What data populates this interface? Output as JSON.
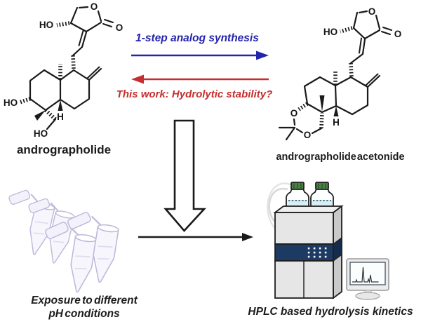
{
  "colors": {
    "ink": "#1a1a1a",
    "blue_accent": "#2424ac",
    "red_accent": "#c62f2f",
    "navy_panel": "#1d3a63",
    "bottle_liquid": "#d6eff6",
    "bottle_cap_green": "#4a8044",
    "instrument_gray": "#e6e6e6",
    "tube_lavender": "#f7f6fd"
  },
  "reaction": {
    "forward_arrow_label": "1-step analog synthesis",
    "reverse_arrow_label": "This work: Hydrolytic stability?"
  },
  "molecules": {
    "left": {
      "name": "andrographolide",
      "atoms": {
        "lactone_o": "O",
        "carbonyl_o": "O",
        "lactol_ho": "HO",
        "c3_ho": "HO",
        "ring_h": "H",
        "c19_ho": "HO"
      }
    },
    "right": {
      "name": "andrographolide acetonide",
      "atoms": {
        "lactone_o": "O",
        "carbonyl_o": "O",
        "lactol_ho": "HO",
        "ring_h": "H",
        "dioxane_o1": "O",
        "dioxane_o2": "O"
      }
    }
  },
  "experiment": {
    "tubes_caption_line1": "Exposure to different",
    "tubes_caption_line2": "pH conditions",
    "hplc_caption": "HPLC based hydrolysis kinetics"
  }
}
